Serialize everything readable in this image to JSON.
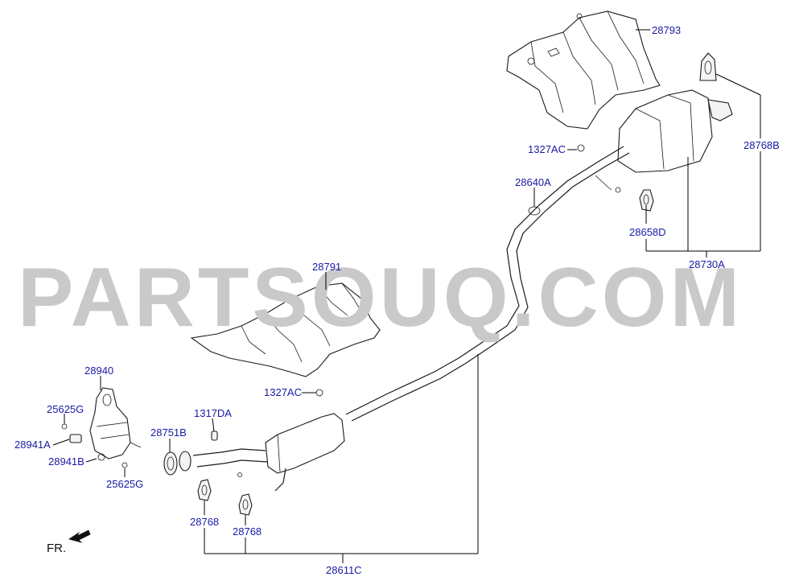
{
  "watermark": "PARTSOUQ.COM",
  "direction_label": "FR.",
  "labels": {
    "p28793": "28793",
    "p28768B": "28768B",
    "p1327AC_top": "1327AC",
    "p28640A": "28640A",
    "p28658D": "28658D",
    "p28730A": "28730A",
    "p28791": "28791",
    "p1327AC_mid": "1327AC",
    "p28940": "28940",
    "p25625G_top": "25625G",
    "p28941A": "28941A",
    "p28941B": "28941B",
    "p25625G_bot": "25625G",
    "p1317DA": "1317DA",
    "p28751B": "28751B",
    "p28768_left": "28768",
    "p28768_right": "28768",
    "p28611C": "28611C"
  },
  "colors": {
    "label": "#1a1aa6",
    "watermark": "#c9c9c9",
    "line": "#000000"
  }
}
